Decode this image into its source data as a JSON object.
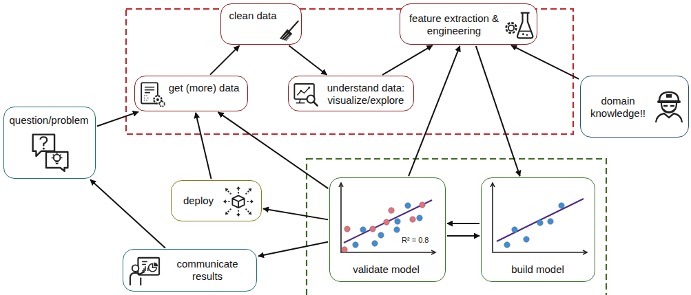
{
  "diagram": {
    "nodes": [
      {
        "text": [
          "clean data"
        ]
      },
      {
        "text": [
          "feature extraction & engineering"
        ]
      },
      {
        "text": [
          "get (more) data"
        ]
      },
      {
        "text": [
          "understand data: visualize/explore"
        ]
      },
      {
        "text": [
          "domain knowledge!!"
        ]
      },
      {
        "text": [
          "question/problem"
        ]
      },
      {
        "text": [
          "deploy"
        ]
      },
      {
        "text": [
          "R² = 0.8",
          "validate model"
        ]
      },
      {
        "text": [
          "build model"
        ]
      },
      {
        "text": [
          "communicate results"
        ]
      }
    ],
    "edges": [
      {
        "from": 2,
        "to": 0,
        "arrow": "to"
      },
      {
        "from": 0,
        "to": 3,
        "arrow": "to"
      },
      {
        "from": 3,
        "to": 1,
        "arrow": "to"
      },
      {
        "from": 4,
        "to": 1,
        "arrow": "to"
      },
      {
        "from": 1,
        "to": 8,
        "arrow": "to"
      },
      {
        "from": 7,
        "to": 1,
        "arrow": "to"
      },
      {
        "from": 8,
        "to": 7,
        "arrow": "to"
      },
      {
        "from": 7,
        "to": 8,
        "arrow": "to"
      },
      {
        "from": 7,
        "to": 2,
        "arrow": "to"
      },
      {
        "from": 7,
        "to": 6,
        "arrow": "to"
      },
      {
        "from": 7,
        "to": 9,
        "arrow": "to"
      },
      {
        "from": 6,
        "to": 2,
        "arrow": "to"
      },
      {
        "from": 9,
        "to": 5,
        "arrow": "to"
      },
      {
        "from": 5,
        "to": 2,
        "arrow": "to"
      }
    ]
  }
}
